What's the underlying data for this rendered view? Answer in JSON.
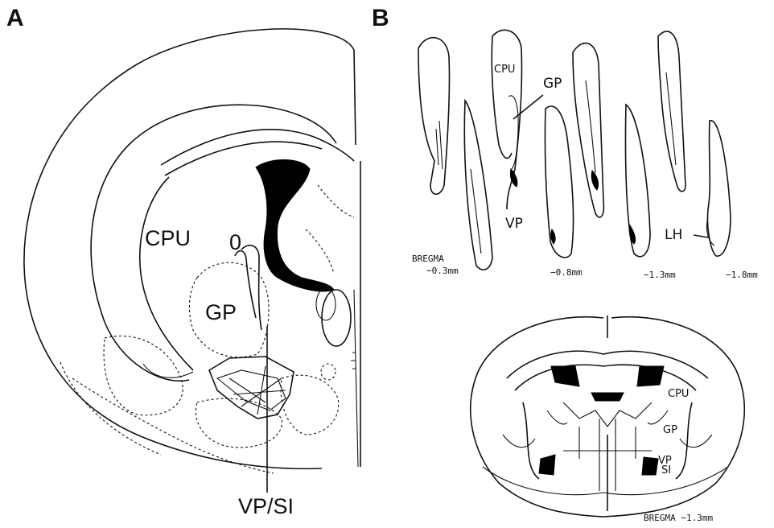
{
  "panel_a": {
    "letter": "A",
    "labels": {
      "cpu": "CPU",
      "gp": "GP",
      "o_mark": "0",
      "vp_si": "VP/SI"
    }
  },
  "panel_b": {
    "letter": "B",
    "top_labels": {
      "cpu": "CPU",
      "gp": "GP",
      "vp": "VP",
      "lh": "LH"
    },
    "levels": {
      "bregma_word": "BREGMA",
      "l1": "−0.3mm",
      "l2": "−0.8mm",
      "l3": "−1.3mm",
      "l4": "−1.8mm"
    },
    "coronal_labels": {
      "cpu": "CPU",
      "gp": "GP",
      "vp": "VP",
      "si": "SI",
      "bregma": "BREGMA  −1.3mm"
    }
  }
}
